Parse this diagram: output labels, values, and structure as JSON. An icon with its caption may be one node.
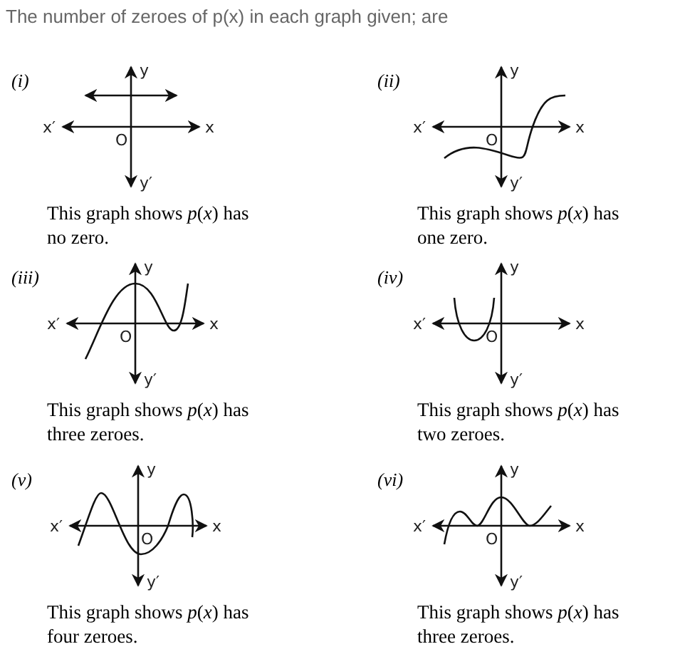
{
  "diagram": {
    "title": "The number of zeroes of p(x) in each graph given; are",
    "labels": [
      "(i)",
      "y",
      "x′",
      "x",
      "O",
      "y′",
      "This graph shows *p*(*x*) has no zero.",
      "(ii)",
      "y",
      "x′",
      "x",
      "O",
      "y′",
      "This graph shows *p*(*x*) has one zero.",
      "(iii)",
      "y",
      "x′",
      "x",
      "O",
      "y′",
      "This graph shows *p*(*x*) has three zeroes.",
      "(iv)",
      "y",
      "x′",
      "x",
      "O",
      "y′",
      "This graph shows *p*(*x*) has two zeroes.",
      "(v)",
      "y",
      "x′",
      "x",
      "O",
      "y′",
      "This graph shows *p*(*x*) has four zeroes.",
      "(vi)",
      "y",
      "x′",
      "x",
      "O",
      "y′",
      "This graph shows *p*(*x*) has three zeroes."
    ]
  }
}
